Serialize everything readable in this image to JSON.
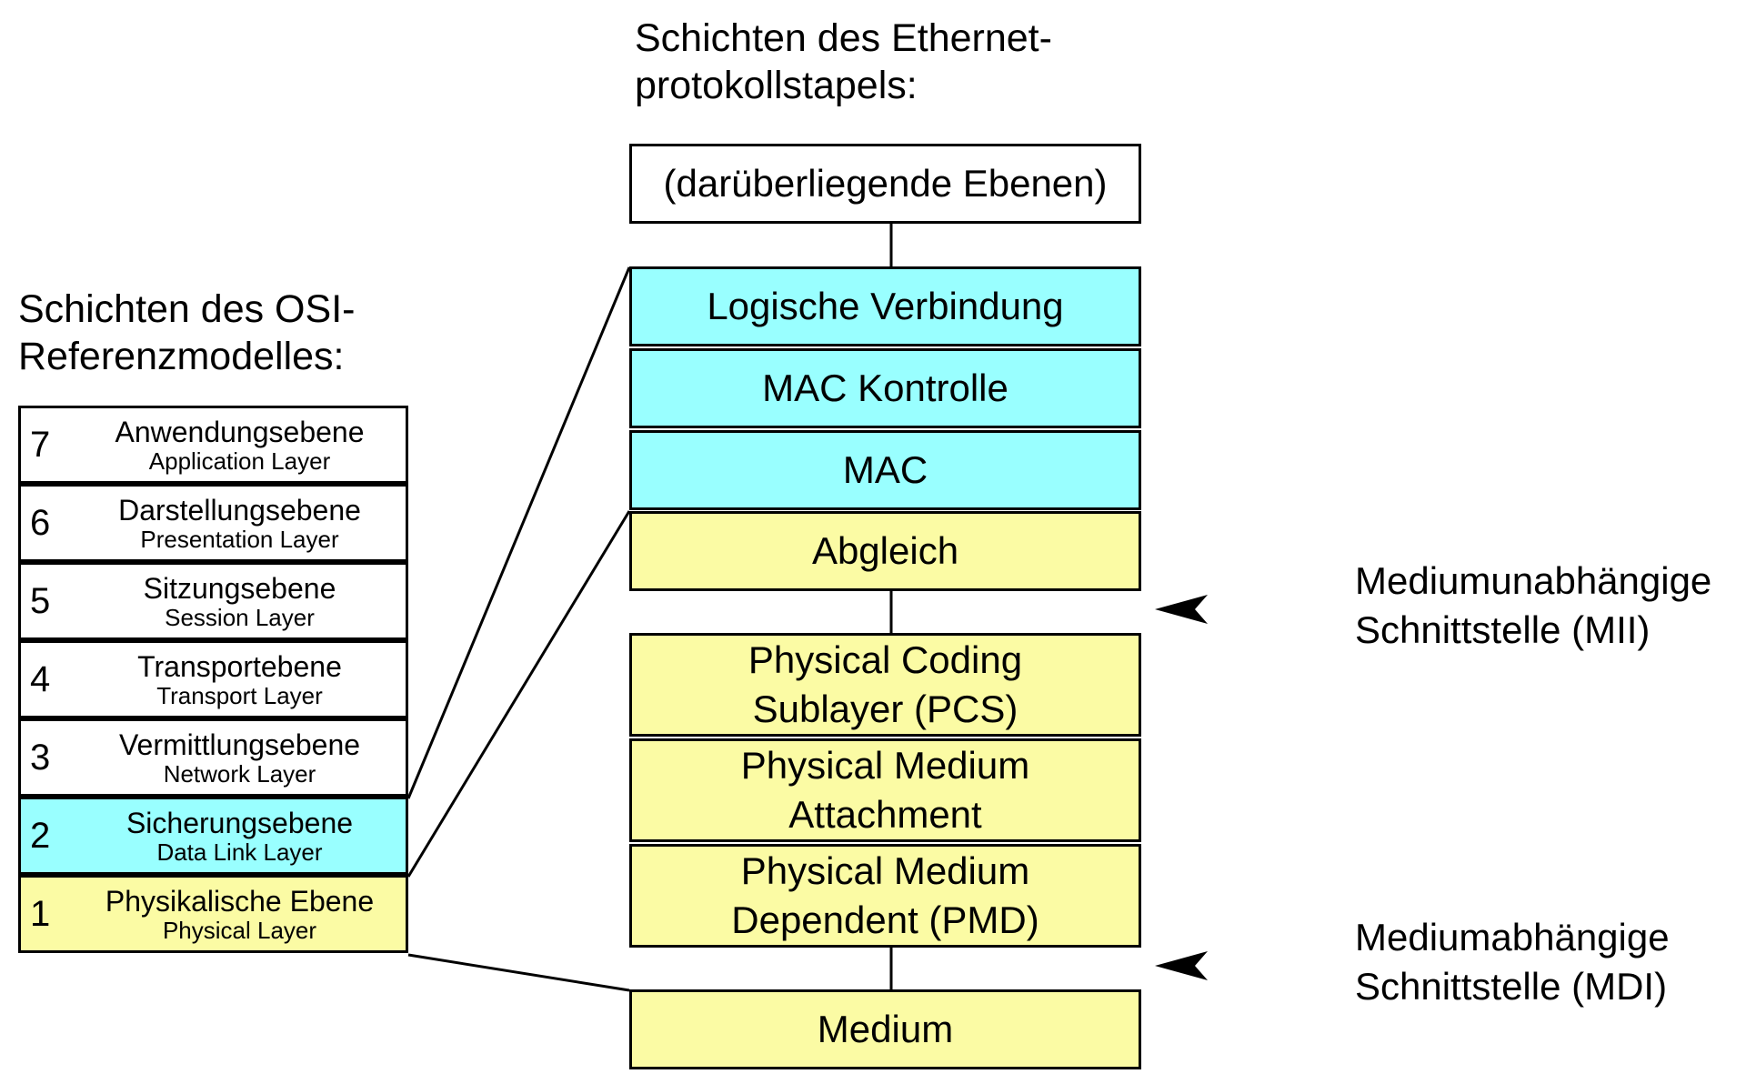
{
  "colors": {
    "cyan": "#99ffff",
    "yellow": "#fbfba4",
    "white": "#ffffff",
    "line": "#000000"
  },
  "ethernet_heading": {
    "line1": "Schichten des Ethernet-",
    "line2": "protokollstapels:"
  },
  "osi_heading": {
    "line1": "Schichten des OSI-",
    "line2": "Referenzmodelles:"
  },
  "osi_layers": [
    {
      "number": "7",
      "name": "Anwendungsebene",
      "english": "Application Layer",
      "color": "white"
    },
    {
      "number": "6",
      "name": "Darstellungsebene",
      "english": "Presentation Layer",
      "color": "white"
    },
    {
      "number": "5",
      "name": "Sitzungsebene",
      "english": "Session Layer",
      "color": "white"
    },
    {
      "number": "4",
      "name": "Transportebene",
      "english": "Transport Layer",
      "color": "white"
    },
    {
      "number": "3",
      "name": "Vermittlungsebene",
      "english": "Network Layer",
      "color": "white"
    },
    {
      "number": "2",
      "name": "Sicherungsebene",
      "english": "Data Link Layer",
      "color": "cyan"
    },
    {
      "number": "1",
      "name": "Physikalische Ebene",
      "english": "Physical Layer",
      "color": "yellow"
    }
  ],
  "ethernet_stack": {
    "upper": {
      "line1": "(darüberliegende Ebenen)",
      "color": "white"
    },
    "llc": {
      "line1": "Logische Verbindung",
      "color": "cyan"
    },
    "mac_control": {
      "line1": "MAC Kontrolle",
      "color": "cyan"
    },
    "mac": {
      "line1": "MAC",
      "color": "cyan"
    },
    "reconciliation": {
      "line1": "Abgleich",
      "color": "yellow"
    },
    "pcs": {
      "line1": "Physical Coding",
      "line2": "Sublayer (PCS)",
      "color": "yellow"
    },
    "pma": {
      "line1": "Physical Medium",
      "line2": "Attachment",
      "color": "yellow"
    },
    "pmd": {
      "line1": "Physical Medium",
      "line2": "Dependent (PMD)",
      "color": "yellow"
    },
    "medium": {
      "line1": "Medium",
      "color": "yellow"
    }
  },
  "interfaces": {
    "mii": {
      "line1": "Mediumunabhängige",
      "line2": "Schnittstelle (MII)"
    },
    "mdi": {
      "line1": "Mediumabhängige",
      "line2": "Schnittstelle (MDI)"
    }
  }
}
